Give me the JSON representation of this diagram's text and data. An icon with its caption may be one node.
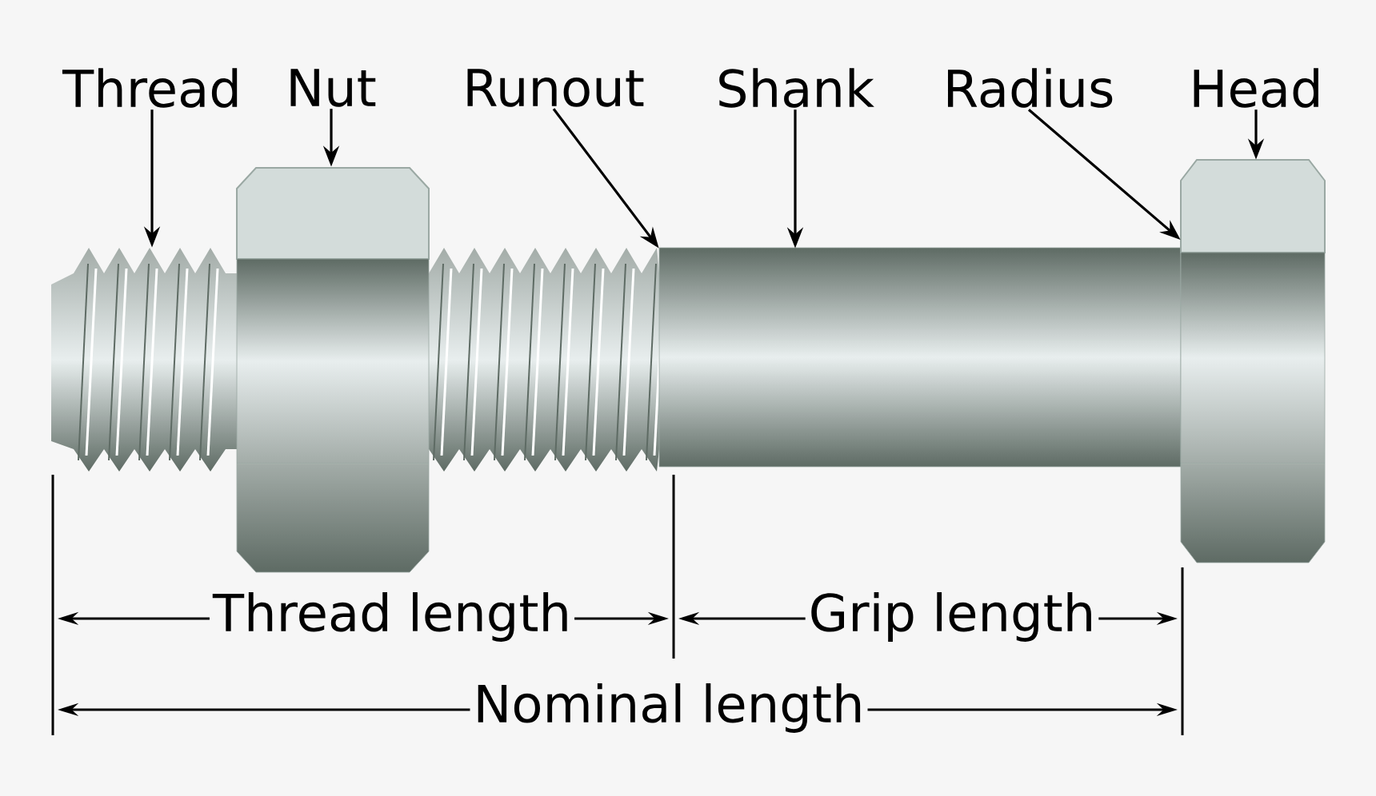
{
  "diagram": {
    "nodes": [
      {
        "text": [
          "Thread"
        ]
      },
      {
        "text": [
          "Nut"
        ]
      },
      {
        "text": [
          "Runout"
        ]
      },
      {
        "text": [
          "Shank"
        ]
      },
      {
        "text": [
          "Radius"
        ]
      },
      {
        "text": [
          "Head"
        ]
      },
      {
        "text": [],
        "shape": "picture"
      },
      {
        "text": [],
        "shape": "picture"
      },
      {
        "text": [],
        "shape": "picture"
      },
      {
        "text": [],
        "shape": "picture"
      }
    ],
    "edges": [
      {
        "from": 0,
        "to": 6,
        "arrow": "to"
      },
      {
        "from": 1,
        "to": 7,
        "arrow": "to"
      },
      {
        "from": 2,
        "to": 8,
        "arrow": "to"
      },
      {
        "from": 3,
        "to": 8,
        "arrow": "to"
      },
      {
        "from": 4,
        "to": 9,
        "arrow": "to"
      },
      {
        "from": 5,
        "to": 9,
        "arrow": "to"
      }
    ],
    "labels": [
      "Thread length",
      "Grip length",
      "Nominal length"
    ]
  }
}
